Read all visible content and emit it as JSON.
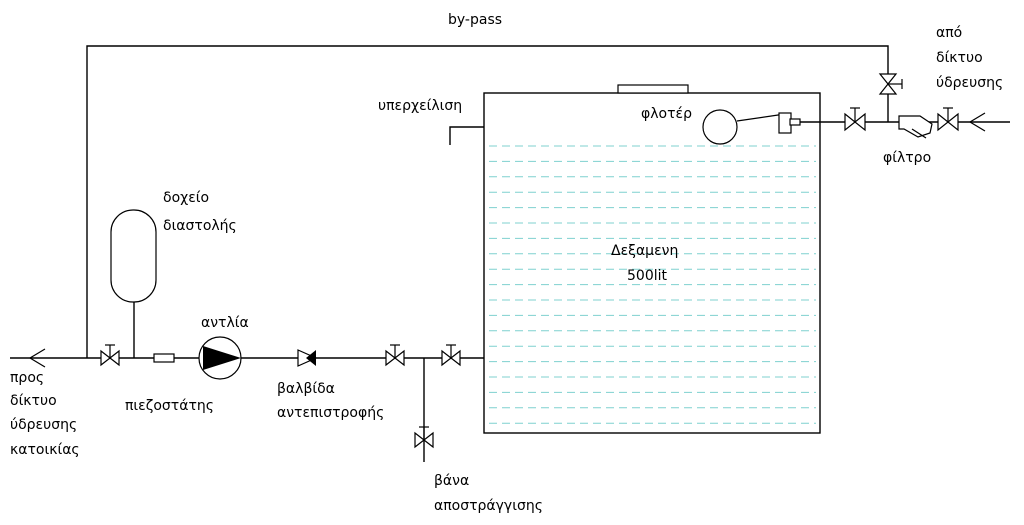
{
  "colors": {
    "line": "#000000",
    "water": "#7fd1cf",
    "background": "#ffffff"
  },
  "labels": {
    "bypass": "by-pass",
    "from_network": [
      "από",
      "δίκτυο",
      "ύδρευσης"
    ],
    "overflow": "υπερχείλιση",
    "float_valve": "φλοτέρ",
    "filter": "φίλτρο",
    "expansion_tank": [
      "δοχείο",
      "διαστολής"
    ],
    "tank": [
      "Δεξαμενη",
      "500lit"
    ],
    "pump": "αντλία",
    "pressure_switch": "πιεζοστάτης",
    "check_valve": [
      "βαλβίδα",
      "αντεπιστροφής"
    ],
    "drain_valve": [
      "βάνα",
      "αποστράγγισης"
    ],
    "to_network": [
      "προς",
      "δίκτυο",
      "ύδρευσης",
      "κατοικίας"
    ]
  }
}
